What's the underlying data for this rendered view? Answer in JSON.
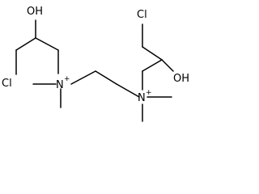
{
  "molecule": {
    "labels": {
      "oh_left": "OH",
      "cl_left": "Cl",
      "n_left": "N",
      "n_left_charge": "+",
      "cl_right": "Cl",
      "oh_right": "OH",
      "n_right": "N",
      "n_right_charge": "+"
    },
    "colors": {
      "bond": "#000000",
      "text": "#000000"
    }
  }
}
